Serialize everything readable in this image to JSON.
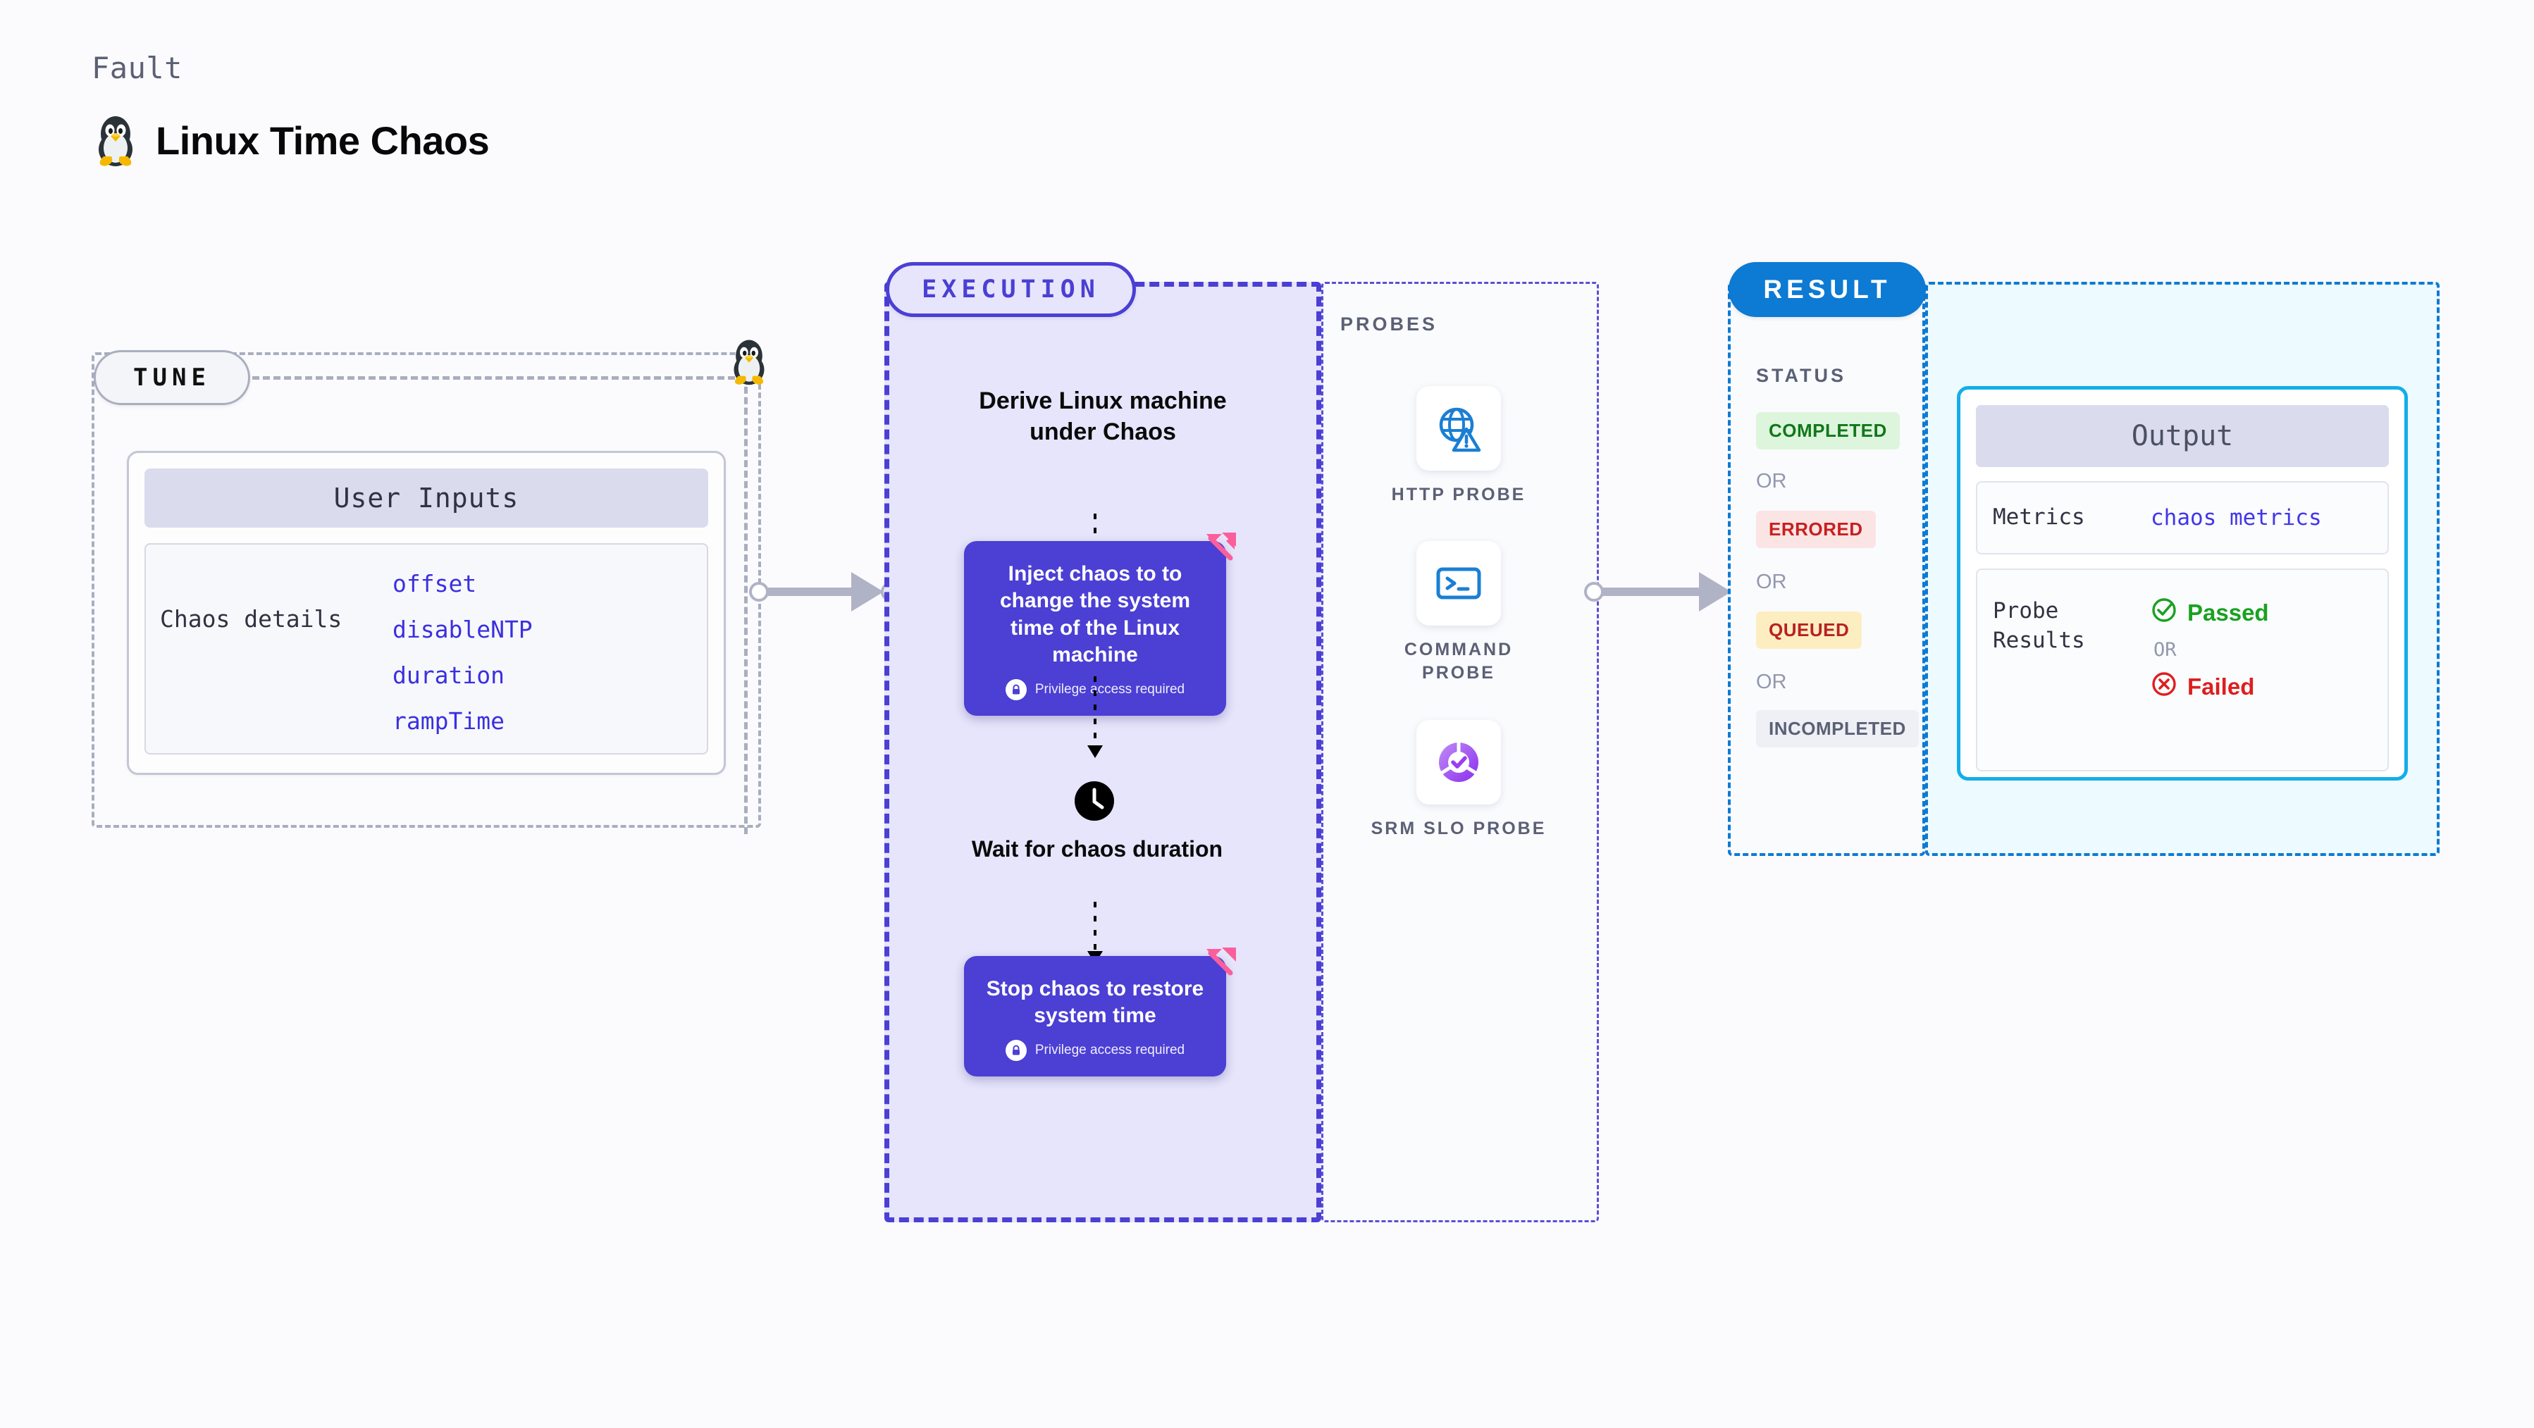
{
  "header": {
    "kicker": "Fault",
    "title": "Linux Time Chaos",
    "icon": "tux-penguin-icon"
  },
  "tune": {
    "pill_label": "TUNE",
    "card": {
      "header": "User Inputs",
      "row_label": "Chaos details",
      "params": [
        "offset",
        "disableNTP",
        "duration",
        "rampTime"
      ]
    },
    "connector_icon": "tux-penguin-icon"
  },
  "execution": {
    "pill_label": "EXECUTION",
    "derive_text": "Derive Linux machine under Chaos",
    "inject_card": {
      "title": "Inject chaos to to change the system time of the Linux machine",
      "privilege_note": "Privilege access required"
    },
    "wait_step": {
      "icon": "clock-icon",
      "text": "Wait for chaos duration"
    },
    "stop_card": {
      "title": "Stop chaos to restore system time",
      "privilege_note": "Privilege access required"
    }
  },
  "probes": {
    "label": "PROBES",
    "items": [
      {
        "label": "HTTP PROBE",
        "icon": "globe-warning-icon"
      },
      {
        "label": "COMMAND PROBE",
        "icon": "terminal-icon"
      },
      {
        "label": "SRM SLO PROBE",
        "icon": "slo-donut-check-icon"
      }
    ]
  },
  "result": {
    "pill_label": "RESULT",
    "status": {
      "label": "STATUS",
      "or_text": "OR",
      "badges": [
        {
          "text": "COMPLETED",
          "bg": "#ddf5dd",
          "fg": "#11781a"
        },
        {
          "text": "ERRORED",
          "bg": "#fbe4e4",
          "fg": "#c81f1f"
        },
        {
          "text": "QUEUED",
          "bg": "#fdeec1",
          "fg": "#b8221f"
        },
        {
          "text": "INCOMPLETED",
          "bg": "#eef0f5",
          "fg": "#5b6075"
        }
      ]
    },
    "output": {
      "header": "Output",
      "metrics_key": "Metrics",
      "metrics_value": "chaos metrics",
      "probe_results_key": "Probe Results",
      "passed_text": "Passed",
      "failed_text": "Failed",
      "or_text": "OR"
    }
  },
  "colors": {
    "page_bg": "#fbfbfd",
    "execution_purple": "#4b3fd4",
    "execution_fill": "#e6e5fb",
    "result_blue": "#0d7ad4",
    "output_cyan": "#13aee8",
    "output_fill": "#edfaff",
    "param_blue": "#3b2fe0",
    "ribbon_pink": "#fa5f9c",
    "connector_gray": "#b0b2c6"
  }
}
